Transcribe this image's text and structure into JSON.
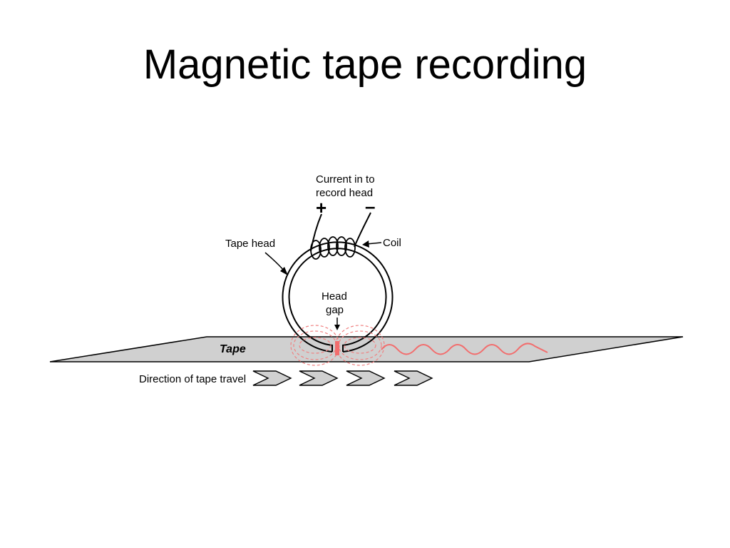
{
  "slide": {
    "title": "Magnetic tape recording"
  },
  "diagram": {
    "labels": {
      "current_line1": "Current in to",
      "current_line2": "record head",
      "plus": "+",
      "minus": "–",
      "tape_head": "Tape head",
      "coil": "Coil",
      "head_line1": "Head",
      "head_line2": "gap",
      "tape": "Tape",
      "direction": "Direction of tape travel"
    },
    "colors": {
      "tape_fill": "#d0d0d0",
      "line": "#000000",
      "field": "#f08080",
      "signal": "#f26d6d",
      "chevron_fill": "#d0d0d0"
    }
  }
}
